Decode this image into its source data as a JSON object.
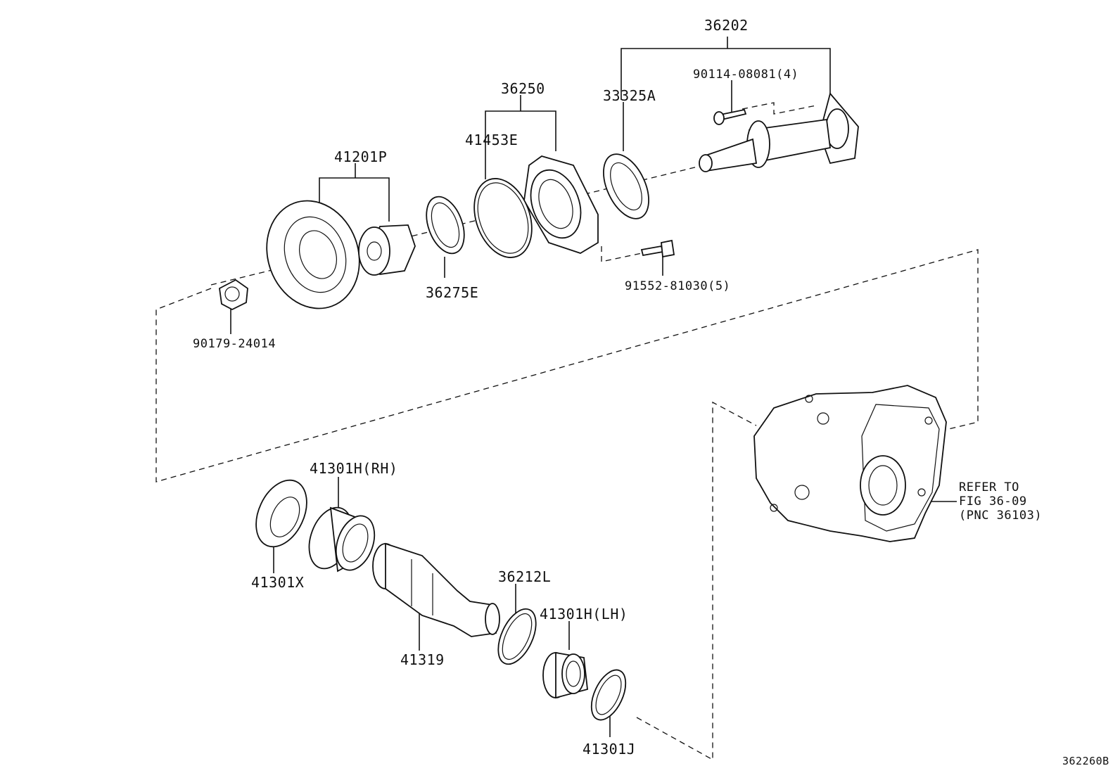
{
  "diagram_id": "362260B",
  "refer_note": [
    "REFER TO",
    "FIG 36-09",
    "(PNC 36103)"
  ],
  "parts": {
    "p36202": "36202",
    "p90114": "90114-08081(4)",
    "p33325A": "33325A",
    "p36250": "36250",
    "p41453E": "41453E",
    "p41201P": "41201P",
    "p36275E": "36275E",
    "p91552": "91552-81030(5)",
    "p90179": "90179-24014",
    "p41301H_RH": "41301H(RH)",
    "p41301X": "41301X",
    "p36212L": "36212L",
    "p41301H_LH": "41301H(LH)",
    "p41319": "41319",
    "p41301J": "41301J"
  }
}
